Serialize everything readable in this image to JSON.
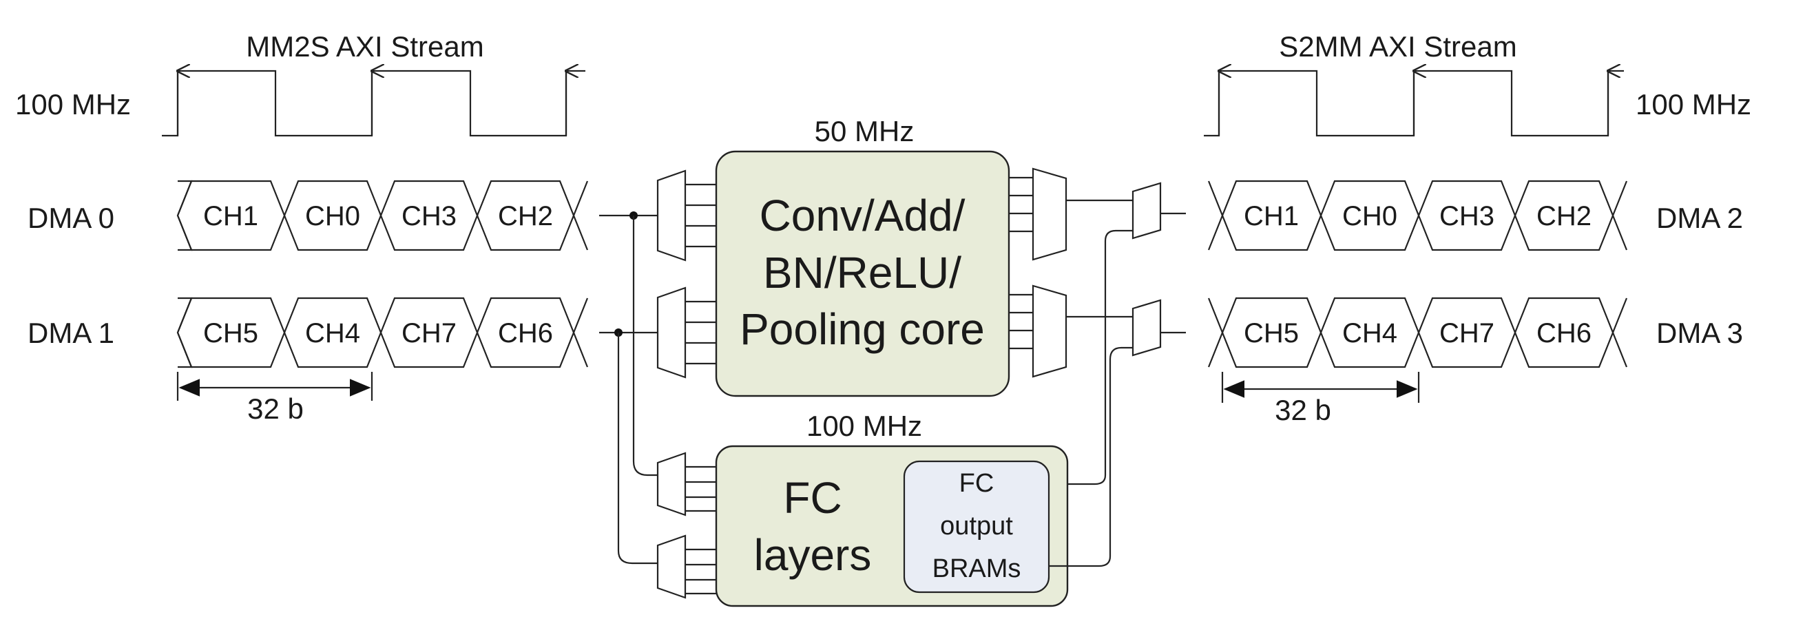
{
  "left": {
    "stream_title": "MM2S AXI Stream",
    "clock": "100 MHz",
    "dma0": {
      "label": "DMA 0",
      "channels": [
        "CH1",
        "CH0",
        "CH3",
        "CH2"
      ]
    },
    "dma1": {
      "label": "DMA 1",
      "channels": [
        "CH5",
        "CH4",
        "CH7",
        "CH6"
      ]
    },
    "width": "32 b"
  },
  "right": {
    "stream_title": "S2MM AXI Stream",
    "clock": "100 MHz",
    "dma2": {
      "label": "DMA 2",
      "channels": [
        "CH1",
        "CH0",
        "CH3",
        "CH2"
      ]
    },
    "dma3": {
      "label": "DMA 3",
      "channels": [
        "CH5",
        "CH4",
        "CH7",
        "CH6"
      ]
    },
    "width": "32 b"
  },
  "core": {
    "clock": "50 MHz",
    "title_lines": [
      "Conv/Add/",
      "BN/ReLU/",
      "Pooling core"
    ]
  },
  "fc": {
    "clock": "100 MHz",
    "title_lines": [
      "FC",
      "layers"
    ],
    "bram_lines": [
      "FC",
      "output",
      "BRAMs"
    ]
  }
}
